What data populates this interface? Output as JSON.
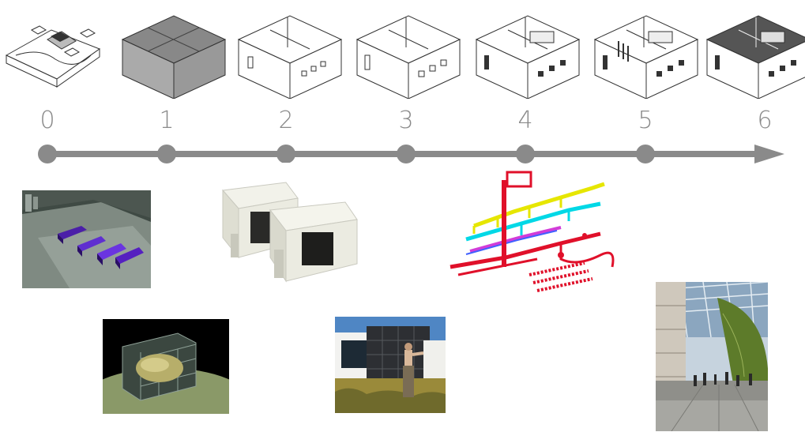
{
  "timeline": {
    "stages": [
      "0",
      "1",
      "2",
      "3",
      "4",
      "5",
      "6"
    ],
    "line_color": "#8a8a8a"
  },
  "models": [
    {
      "stage": "0",
      "icon": "site-terrain-icon"
    },
    {
      "stage": "1",
      "icon": "massing-box-icon"
    },
    {
      "stage": "2",
      "icon": "walls-model-icon"
    },
    {
      "stage": "3",
      "icon": "openings-model-icon"
    },
    {
      "stage": "4",
      "icon": "furnished-model-icon"
    },
    {
      "stage": "5",
      "icon": "detailed-model-icon"
    },
    {
      "stage": "6",
      "icon": "finished-model-icon"
    }
  ],
  "images": [
    {
      "name": "site-massing-render"
    },
    {
      "name": "white-massing-model-render"
    },
    {
      "name": "mep-systems-drawing"
    },
    {
      "name": "glass-volume-render"
    },
    {
      "name": "facade-photo-render"
    },
    {
      "name": "atrium-interior-render"
    }
  ]
}
